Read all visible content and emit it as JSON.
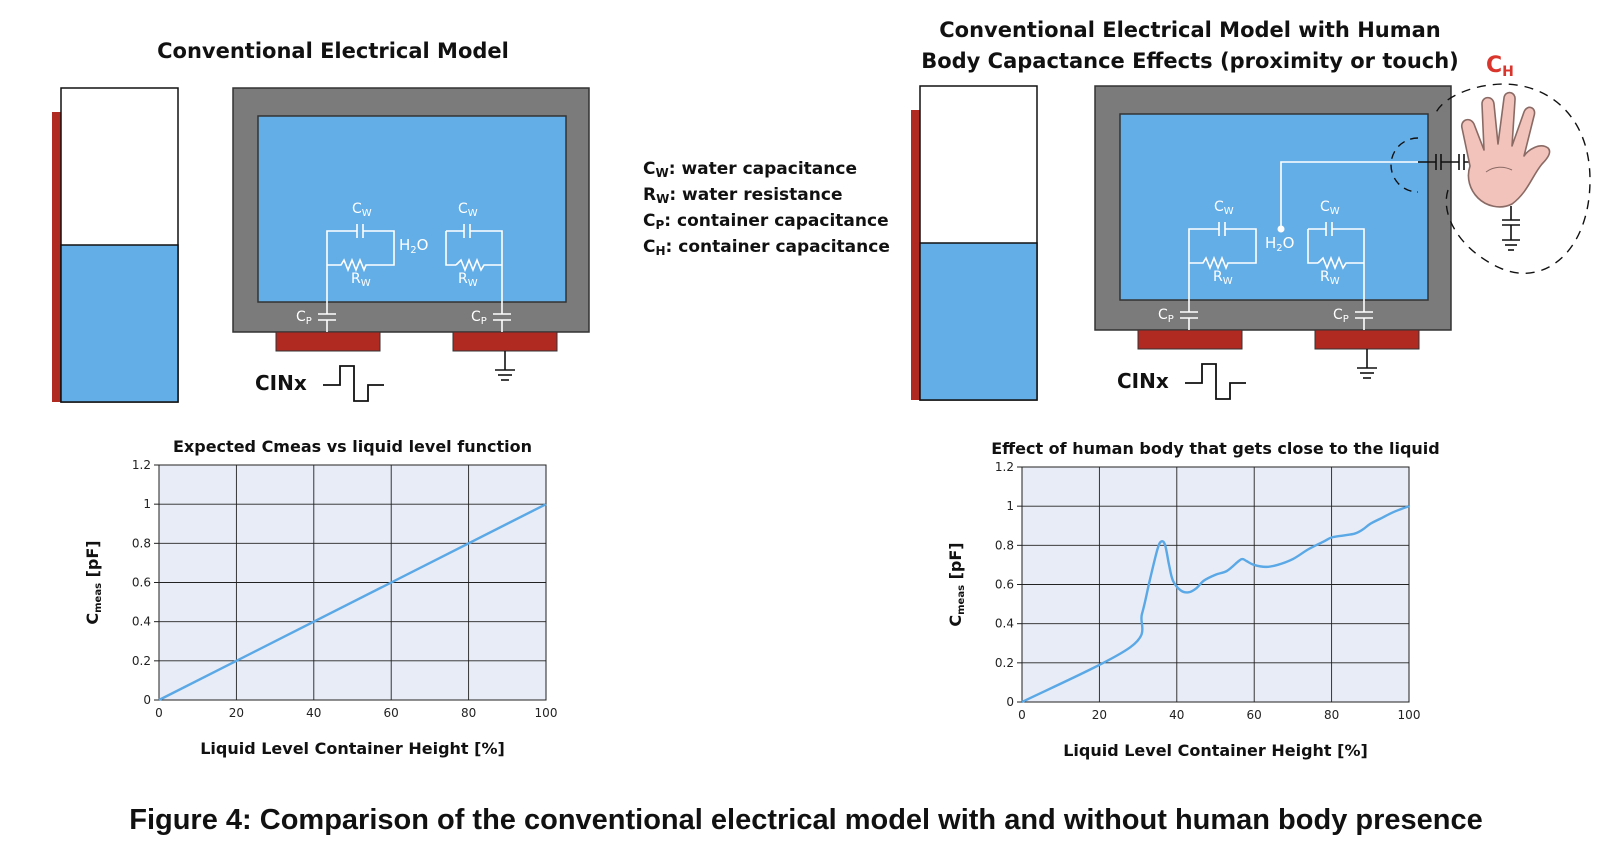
{
  "left_panel": {
    "title": "Conventional Electrical Model",
    "labels": {
      "cw": "C",
      "cw_sub": "W",
      "rw": "R",
      "rw_sub": "W",
      "h2o": "H",
      "h2o_sub": "2",
      "h2o_tail": "O",
      "cp": "C",
      "cp_sub": "P",
      "cinx": "CINx"
    }
  },
  "right_panel": {
    "title_line1": "Conventional Electrical Model with Human",
    "title_line2": "Body Capactance Effects (proximity or touch)",
    "ch_label": "C",
    "ch_sub": "H",
    "labels": {
      "cw": "C",
      "cw_sub": "W",
      "rw": "R",
      "rw_sub": "W",
      "h2o": "H",
      "h2o_sub": "2",
      "h2o_tail": "O",
      "cp": "C",
      "cp_sub": "P",
      "cinx": "CINx"
    }
  },
  "legend": [
    {
      "sym": "C",
      "sub": "W",
      "text": ": water capacitance"
    },
    {
      "sym": "R",
      "sub": "W",
      "text": ": water resistance"
    },
    {
      "sym": "C",
      "sub": "P",
      "text": ": container capacitance"
    },
    {
      "sym": "C",
      "sub": "H",
      "text": ": container capacitance"
    }
  ],
  "colors": {
    "water": "#64aee8",
    "container": "#7b7b7b",
    "electrode": "#b02a22",
    "plot_bg": "#e8ecf6",
    "line": "#5aa8e6",
    "ch_red": "#d9352c"
  },
  "chart_data": [
    {
      "type": "line",
      "title": "Expected Cmeas vs liquid level function",
      "xlabel": "Liquid Level Container Height [%]",
      "ylabel_main": "C",
      "ylabel_sub": "meas",
      "ylabel_tail": " [pF]",
      "xlim": [
        0,
        100
      ],
      "ylim": [
        0,
        1.2
      ],
      "xticks": [
        "0",
        "20",
        "40",
        "60",
        "80",
        "100"
      ],
      "yticks": [
        "0",
        "0.2",
        "0.4",
        "0.6",
        "0.8",
        "1",
        "1.2"
      ],
      "grid": true,
      "series": [
        {
          "x": [
            0,
            100
          ],
          "y": [
            0,
            1
          ]
        }
      ]
    },
    {
      "type": "line",
      "title": "Effect of human body that gets close to the liquid",
      "xlabel": "Liquid Level Container Height [%]",
      "ylabel_main": "C",
      "ylabel_sub": "meas",
      "ylabel_tail": " [pF]",
      "xlim": [
        0,
        100
      ],
      "ylim": [
        0,
        1.2
      ],
      "xticks": [
        "0",
        "20",
        "40",
        "60",
        "80",
        "100"
      ],
      "yticks": [
        "0",
        "0.2",
        "0.4",
        "0.6",
        "0.8",
        "1",
        "1.2"
      ],
      "grid": true,
      "series": [
        {
          "x": [
            0,
            28,
            31,
            33,
            35,
            36,
            37,
            38,
            39,
            41,
            43,
            45,
            47,
            50,
            53,
            56,
            57,
            58,
            60,
            63,
            66,
            70,
            74,
            78,
            80,
            83,
            86,
            88,
            90,
            93,
            96,
            100
          ],
          "y": [
            0,
            0.28,
            0.45,
            0.62,
            0.78,
            0.82,
            0.8,
            0.7,
            0.62,
            0.57,
            0.56,
            0.58,
            0.62,
            0.65,
            0.67,
            0.72,
            0.73,
            0.72,
            0.7,
            0.69,
            0.7,
            0.73,
            0.78,
            0.82,
            0.84,
            0.85,
            0.86,
            0.88,
            0.91,
            0.94,
            0.97,
            1.0
          ]
        }
      ]
    }
  ],
  "caption": "Figure 4: Comparison of the conventional electrical model with and without human body presence"
}
